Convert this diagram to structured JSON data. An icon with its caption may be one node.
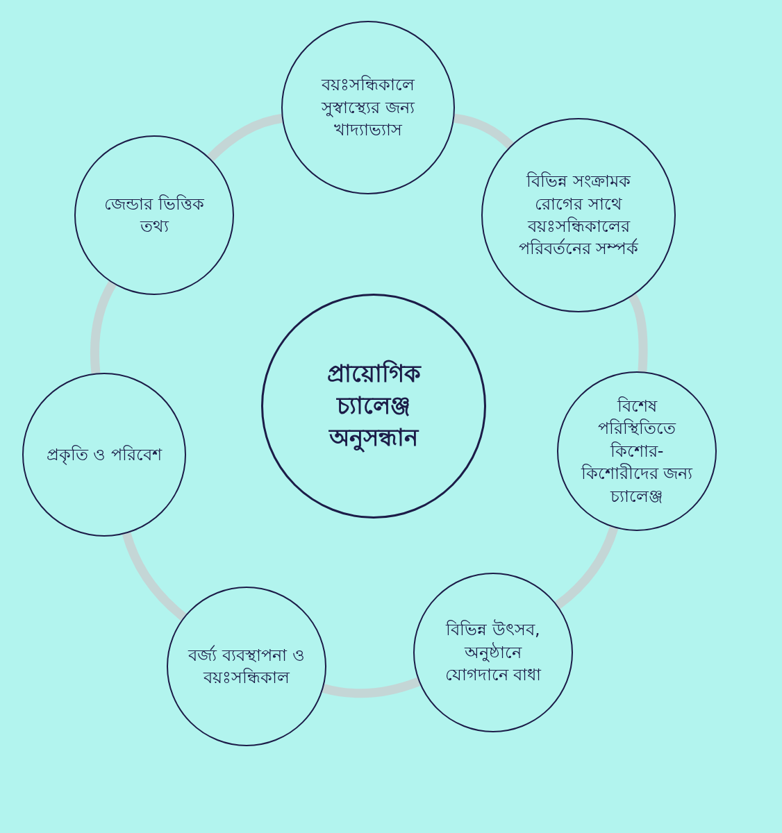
{
  "diagram": {
    "nodes": [
      {
        "text": [
          "প্রায়োগিক চ্যালেঞ্জ অনুসন্ধান"
        ]
      },
      {
        "text": [
          "বয়ঃসন্ধিকালে সুস্বাস্থ্যের জন্য খাদ্যাভ্যাস"
        ]
      },
      {
        "text": [
          "বিভিন্ন সংক্রামক রোগের সাথে বয়ঃসন্ধিকালের পরিবর্তনের সম্পর্ক"
        ]
      },
      {
        "text": [
          "বিশেষ পরিস্থিতিতে কিশোর-কিশোরীদের জন্য চ্যালেঞ্জ"
        ]
      },
      {
        "text": [
          "বিভিন্ন উৎসব, অনুষ্ঠানে যোগদানে বাধা"
        ]
      },
      {
        "text": [
          "বর্জ্য ব্যবস্থাপনা ও বয়ঃসন্ধিকাল"
        ]
      },
      {
        "text": [
          "প্রকৃতি ও পরিবেশ"
        ]
      },
      {
        "text": [
          "জেন্ডার ভিত্তিক তথ্য"
        ]
      }
    ],
    "edges": [
      {
        "from": 1,
        "to": 2,
        "arrow": "none"
      },
      {
        "from": 2,
        "to": 3,
        "arrow": "none"
      },
      {
        "from": 3,
        "to": 4,
        "arrow": "none"
      },
      {
        "from": 4,
        "to": 5,
        "arrow": "none"
      },
      {
        "from": 5,
        "to": 6,
        "arrow": "none"
      },
      {
        "from": 6,
        "to": 7,
        "arrow": "none"
      },
      {
        "from": 7,
        "to": 1,
        "arrow": "none"
      }
    ]
  }
}
